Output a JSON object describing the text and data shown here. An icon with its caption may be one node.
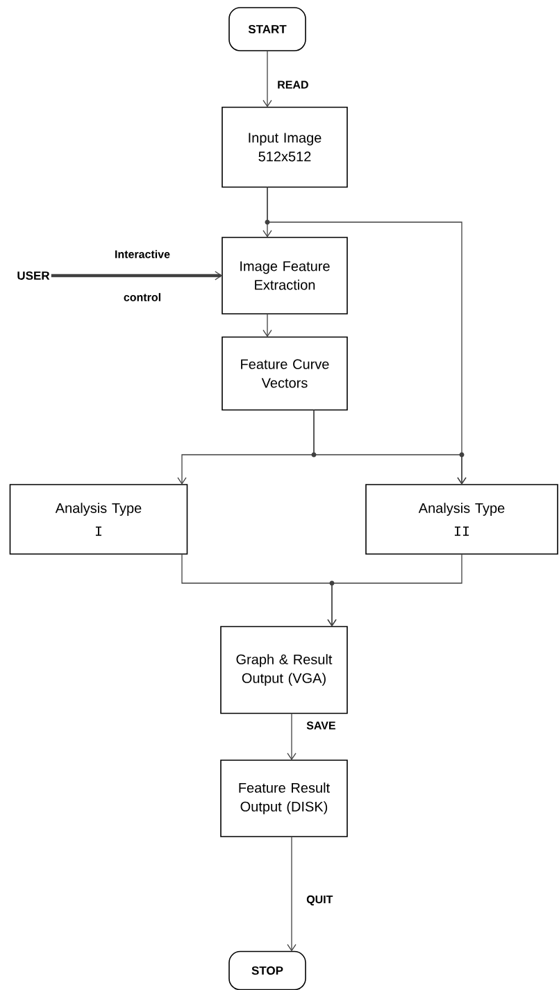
{
  "diagram": {
    "nodes": [
      {
        "text": [
          "START"
        ]
      },
      {
        "text": [
          "Input Image 512x512"
        ]
      },
      {
        "text": [
          "Image Feature Extraction"
        ]
      },
      {
        "text": [
          "Feature Curve Vectors"
        ]
      },
      {
        "text": [
          "Analysis Type",
          "I"
        ]
      },
      {
        "text": [
          "Analysis Type",
          "II"
        ]
      },
      {
        "text": [
          "Graph & Result Output (VGA)"
        ]
      },
      {
        "text": [
          "Feature Result Output (DISK)"
        ]
      },
      {
        "text": [
          "STOP"
        ]
      },
      {
        "text": [
          "USER"
        ]
      }
    ],
    "edges": [
      {
        "from": 0,
        "to": 1,
        "arrow": "to",
        "label": "READ"
      },
      {
        "from": 1,
        "to": 2,
        "arrow": "to"
      },
      {
        "from": 1,
        "to": 5,
        "arrow": "to"
      },
      {
        "from": 9,
        "to": 2,
        "arrow": "to",
        "label": "Interactive control",
        "style": "thick"
      },
      {
        "from": 2,
        "to": 3,
        "arrow": "to"
      },
      {
        "from": 3,
        "to": 4,
        "arrow": "to"
      },
      {
        "from": 3,
        "to": 5,
        "arrow": "to"
      },
      {
        "from": 4,
        "to": 6,
        "arrow": "to"
      },
      {
        "from": 5,
        "to": 6,
        "arrow": "to"
      },
      {
        "from": 6,
        "to": 7,
        "arrow": "to",
        "label": "SAVE"
      },
      {
        "from": 7,
        "to": 8,
        "arrow": "to",
        "label": "QUIT"
      }
    ]
  }
}
